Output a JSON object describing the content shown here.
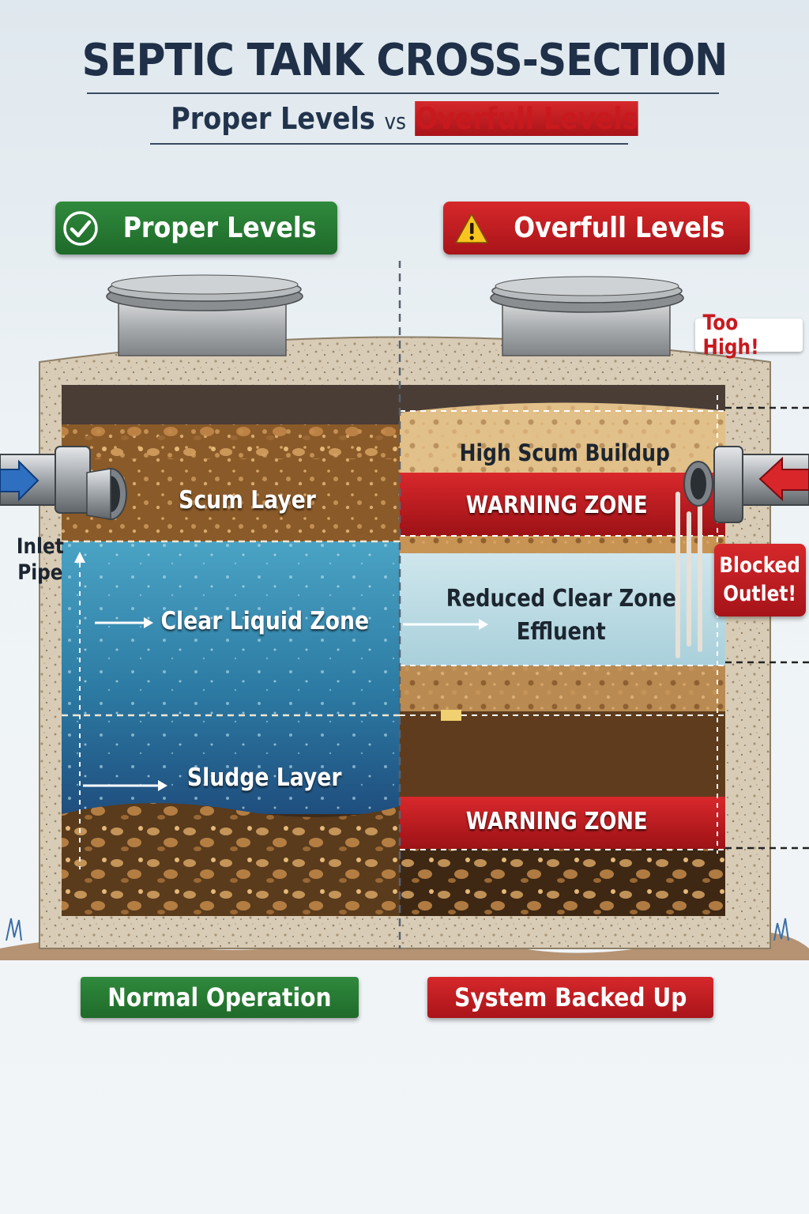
{
  "header": {
    "title": "SEPTIC TANK CROSS-SECTION",
    "subtitle_left": "Proper Levels",
    "subtitle_vs": "vs",
    "subtitle_right": "Overfull Levels"
  },
  "left_panel": {
    "badge": "Proper Levels",
    "badge_icon": "check-circle-icon",
    "layers": {
      "scum": "Scum Layer",
      "clear": "Clear Liquid Zone",
      "sludge": "Sludge Layer"
    },
    "inlet": "Inlet\nPipe",
    "status": "Normal Operation"
  },
  "right_panel": {
    "badge": "Overfull Levels",
    "badge_icon": "warning-triangle-icon",
    "too_high": "Too High!",
    "high_scum": "High Scum Buildup",
    "warning_zone_top": "WARNING ZONE",
    "reduced_clear": "Reduced Clear Zone\nEffluent",
    "warning_zone_bottom": "WARNING ZONE",
    "blocked_outlet": "Blocked\nOutlet!",
    "status": "System Backed Up"
  },
  "colors": {
    "title": "#1f3048",
    "green": "#2a7f36",
    "red": "#c81d21",
    "clear_liquid": "#2f7fa8",
    "sludge": "#5a3b1c"
  }
}
